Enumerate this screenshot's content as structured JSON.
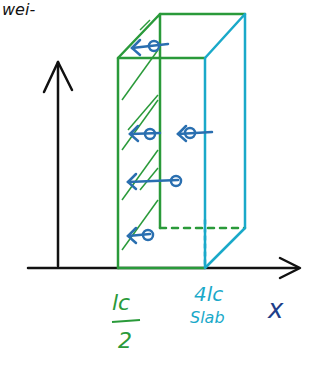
{
  "diagram": {
    "labels": [
      "wei-",
      "lc",
      "2",
      "x",
      "4lc",
      "Slab"
    ]
  }
}
